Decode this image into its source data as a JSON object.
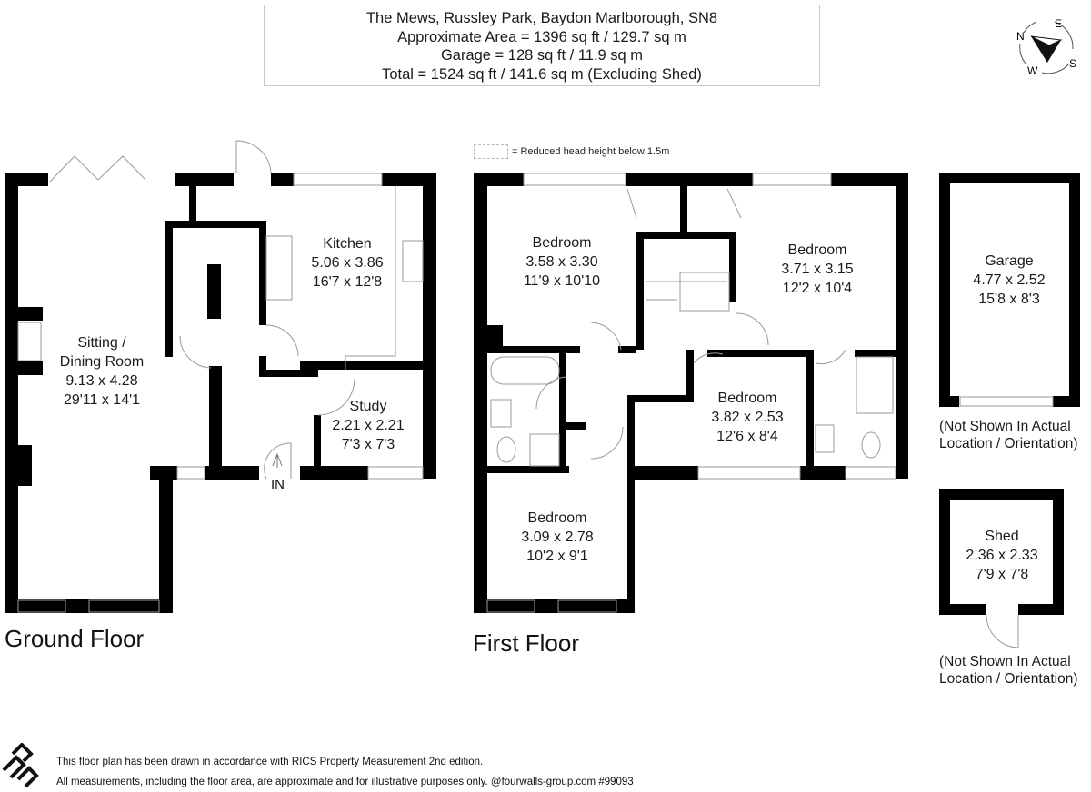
{
  "header": {
    "address": "The Mews, Russley Park, Baydon Marlborough, SN8",
    "approx_area": "Approximate Area = 1396 sq ft / 129.7 sq m",
    "garage_area": "Garage = 128 sq ft / 11.9 sq m",
    "total_area": "Total = 1524 sq ft / 141.6 sq m (Excluding Shed)"
  },
  "compass": {
    "n": "N",
    "e": "E",
    "s": "S",
    "w": "W",
    "icon": "compass-icon"
  },
  "legend": {
    "text": "= Reduced head height below 1.5m"
  },
  "ground_floor": {
    "label": "Ground Floor",
    "entrance": "IN",
    "rooms": [
      {
        "name": "Sitting /\nDining Room",
        "name_line1": "Sitting /",
        "name_line2": "Dining Room",
        "metric": "9.13 x 4.28",
        "imperial": "29'11 x 14'1"
      },
      {
        "name": "Kitchen",
        "metric": "5.06 x 3.86",
        "imperial": "16'7 x 12'8"
      },
      {
        "name": "Study",
        "metric": "2.21 x 2.21",
        "imperial": "7'3 x 7'3"
      }
    ]
  },
  "first_floor": {
    "label": "First Floor",
    "rooms": [
      {
        "name": "Bedroom",
        "metric": "3.58 x 3.30",
        "imperial": "11'9 x 10'10"
      },
      {
        "name": "Bedroom",
        "metric": "3.71 x 3.15",
        "imperial": "12'2 x 10'4"
      },
      {
        "name": "Bedroom",
        "metric": "3.82 x 2.53",
        "imperial": "12'6 x 8'4"
      },
      {
        "name": "Bedroom",
        "metric": "3.09 x 2.78",
        "imperial": "10'2 x 9'1"
      }
    ]
  },
  "outbuildings": [
    {
      "name": "Garage",
      "metric": "4.77 x 2.52",
      "imperial": "15'8 x 8'3",
      "note_line1": "(Not Shown In Actual",
      "note_line2": "Location / Orientation)"
    },
    {
      "name": "Shed",
      "metric": "2.36 x 2.33",
      "imperial": "7'9 x 7'8",
      "note_line1": "(Not Shown In Actual",
      "note_line2": "Location / Orientation)"
    }
  ],
  "footer": {
    "line1": "This floor plan has been drawn in accordance with RICS Property Measurement 2nd edition.",
    "line2": "All measurements, including the floor area, are approximate and for illustrative purposes only. @fourwalls-group.com #99093",
    "logo": "fourwalls-logo-icon"
  },
  "colors": {
    "wall": "#000000",
    "fixture_line": "#9a9a9a",
    "text": "#1a1a1a",
    "header_border": "#c8c8c8"
  }
}
